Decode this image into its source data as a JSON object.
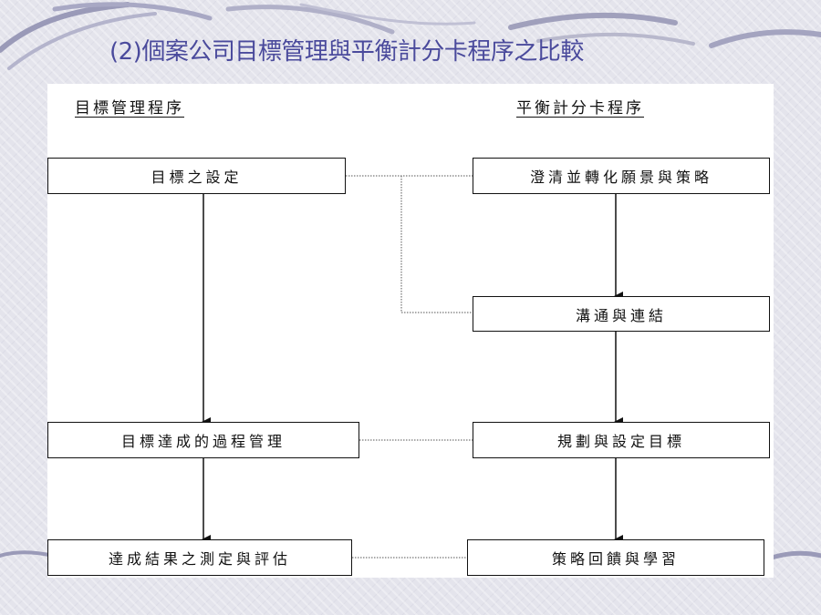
{
  "slide": {
    "title": "(2)個案公司目標管理與平衡計分卡程序之比較"
  },
  "diagram": {
    "left_column": {
      "heading": "目標管理程序",
      "steps": [
        "目標之設定",
        "目標達成的過程管理",
        "達成結果之測定與評估"
      ]
    },
    "right_column": {
      "heading": "平衡計分卡程序",
      "steps": [
        "澄清並轉化願景與策略",
        "溝通與連結",
        "規劃與設定目標",
        "策略回饋與學習"
      ]
    },
    "colors": {
      "title": "#4a4a9c",
      "swoosh": "#9a9ab8",
      "line": "#111111"
    }
  }
}
